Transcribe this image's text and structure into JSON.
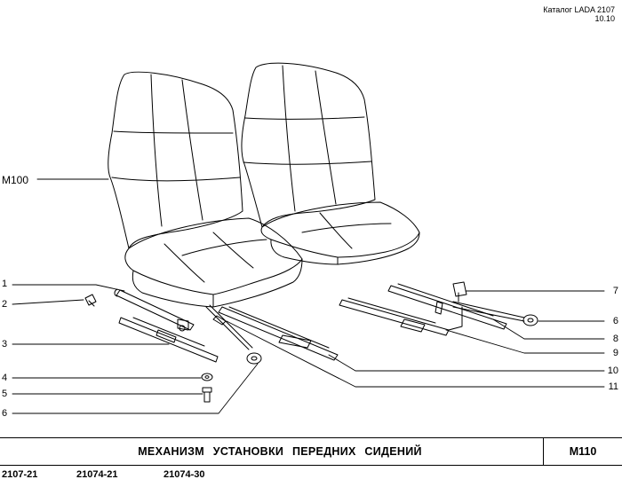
{
  "header": {
    "catalog": "Каталог LADA 2107",
    "date": "10.10"
  },
  "assembly_label": "M100",
  "callouts_left": [
    {
      "id": "c1",
      "text": "1"
    },
    {
      "id": "c2",
      "text": "2"
    },
    {
      "id": "c3",
      "text": "3"
    },
    {
      "id": "c4",
      "text": "4"
    },
    {
      "id": "c5",
      "text": "5"
    },
    {
      "id": "c6",
      "text": "6"
    }
  ],
  "callouts_right": [
    {
      "id": "c7",
      "text": "7"
    },
    {
      "id": "c6b",
      "text": "6"
    },
    {
      "id": "c8",
      "text": "8"
    },
    {
      "id": "c9",
      "text": "9"
    },
    {
      "id": "c10",
      "text": "10"
    },
    {
      "id": "c11",
      "text": "11"
    }
  ],
  "title": "МЕХАНИЗМ УСТАНОВКИ ПЕРЕДНИХ СИДЕНИЙ",
  "code": "M110",
  "models": [
    "2107-21",
    "21074-21",
    "21074-30"
  ]
}
